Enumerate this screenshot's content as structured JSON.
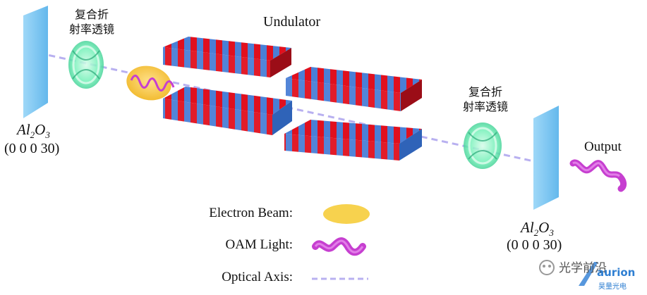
{
  "title": "Undulator",
  "lens_label_left": [
    "复合折",
    "射率透镜"
  ],
  "lens_label_right": [
    "复合折",
    "射率透镜"
  ],
  "crystal_left": {
    "formula_base": "Al",
    "formula_sub1": "2",
    "formula_mid": "O",
    "formula_sub2": "3",
    "miller": "(0 0 0 30)"
  },
  "crystal_right": {
    "formula_base": "Al",
    "formula_sub1": "2",
    "formula_mid": "O",
    "formula_sub2": "3",
    "miller": "(0 0 0 30)"
  },
  "output_label": "Output",
  "legend": [
    {
      "label": "Electron Beam:",
      "icon": "yellow-ellipse"
    },
    {
      "label": "OAM Light:",
      "icon": "magenta-helix"
    },
    {
      "label": "Optical Axis:",
      "icon": "dashed-line"
    }
  ],
  "watermark": {
    "text": "光学前沿",
    "brand": "aurion",
    "brand_sub": "昊量光电"
  },
  "colors": {
    "red": "#e0101e",
    "blue": "#4a7fd6",
    "crystal": "#7ec8f2",
    "lens": "#4fe0a0",
    "beam": "#f6c94a",
    "oam": "#c63fd0",
    "axis": "#b8b0f0"
  }
}
